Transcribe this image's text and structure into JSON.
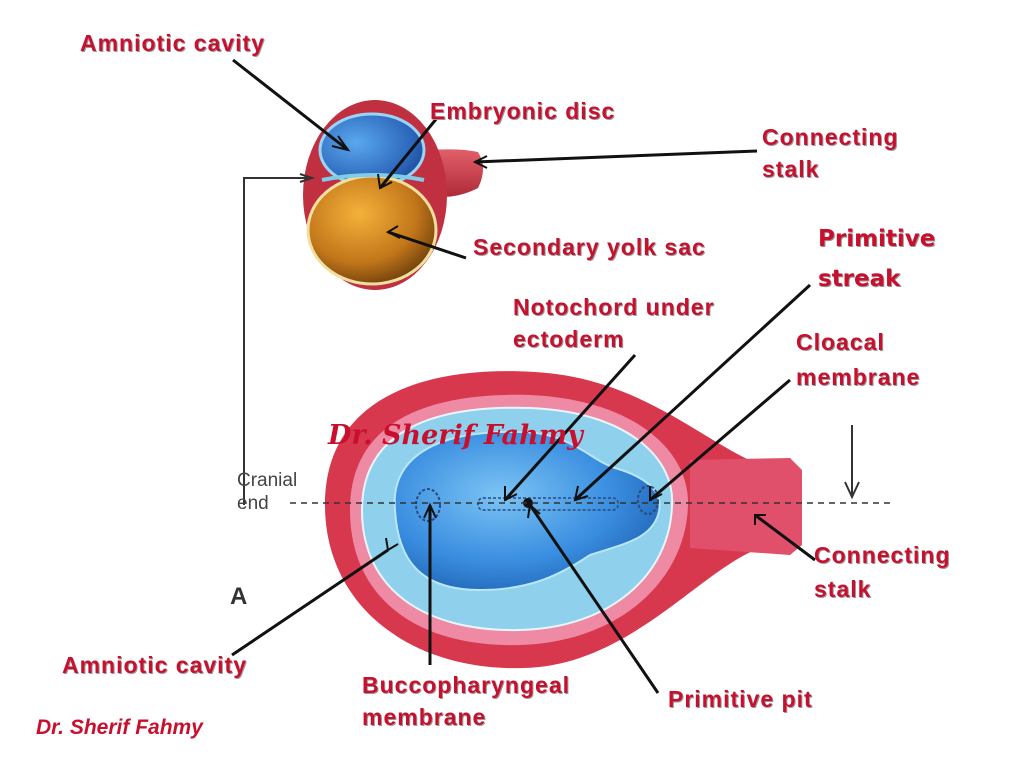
{
  "labels": {
    "amniotic_cavity_top": "Amniotic cavity",
    "embryonic_disc": "Embryonic disc",
    "connecting_stalk_top_1": "Connecting",
    "connecting_stalk_top_2": "stalk",
    "secondary_yolk_sac": "Secondary yolk sac",
    "primitive_streak_1": "Primitive",
    "primitive_streak_2": "streak",
    "notochord_1": "Notochord under",
    "notochord_2": "ectoderm",
    "cloacal_1": "Cloacal",
    "cloacal_2": "membrane",
    "connecting_stalk_bottom_1": "Connecting",
    "connecting_stalk_bottom_2": "stalk",
    "amniotic_cavity_bottom": "Amniotic cavity",
    "buccopharyngeal_1": "Buccopharyngeal",
    "buccopharyngeal_2": "membrane",
    "primitive_pit": "Primitive pit"
  },
  "figure": {
    "cranial_1": "Cranial",
    "cranial_2": "end",
    "panel_letter": "A"
  },
  "watermark": "Dr. Sherif Fahmy",
  "credit": "Dr. Sherif Fahmy",
  "colors": {
    "label_red": "#c8102e",
    "amnion_pink": "#e0587a",
    "embryo_blue": "#2f87d6",
    "yolk_orange": "#d6891a"
  }
}
